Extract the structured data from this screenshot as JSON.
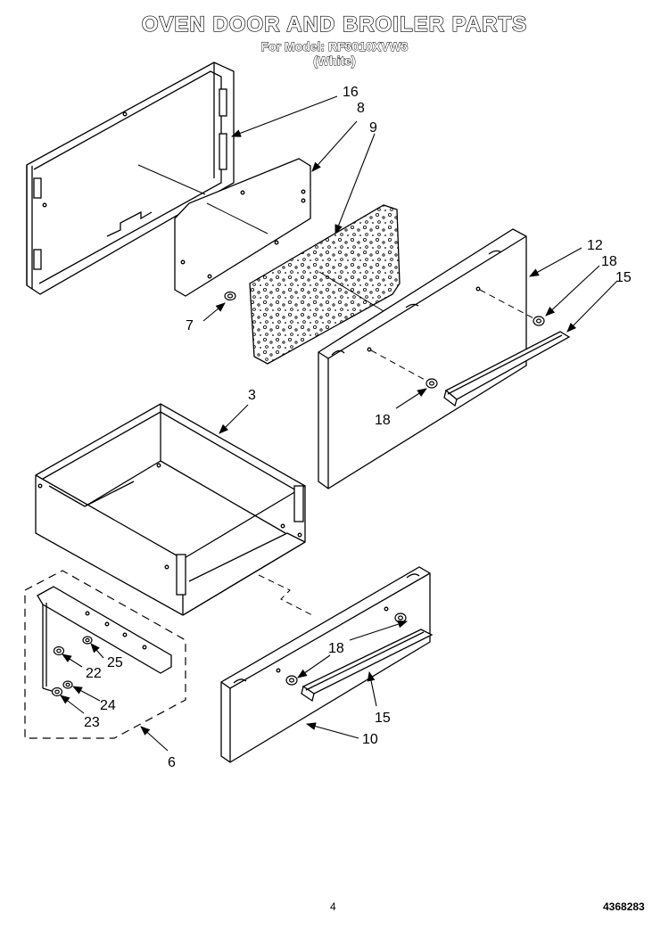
{
  "header": {
    "title": "OVEN DOOR AND BROILER PARTS",
    "model_line": "For Model: RF3010XVW3",
    "color_line": "(White)"
  },
  "callouts": {
    "c16": "16",
    "c8": "8",
    "c9": "9",
    "c12": "12",
    "c18a": "18",
    "c15a": "15",
    "c7": "7",
    "c18b": "18",
    "c3": "3",
    "c18c": "18",
    "c15b": "15",
    "c10": "10",
    "c22": "22",
    "c25": "25",
    "c24": "24",
    "c23": "23",
    "c6": "6"
  },
  "footer": {
    "page_number": "4",
    "document_number": "4368283"
  }
}
